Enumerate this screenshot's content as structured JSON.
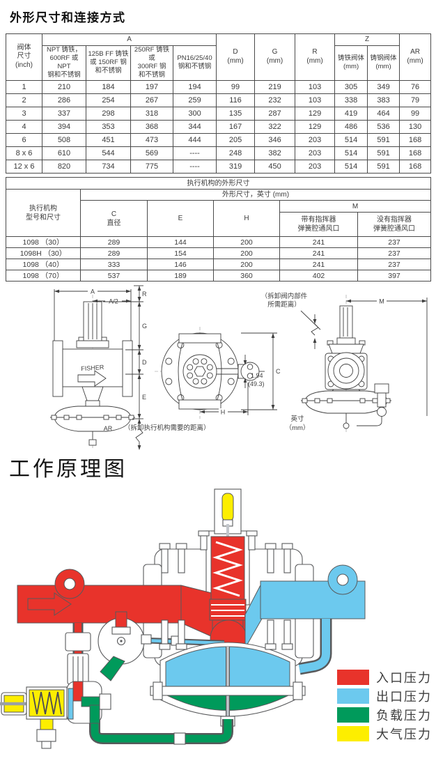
{
  "colors": {
    "inlet": "#e8332b",
    "outlet": "#6cc9ee",
    "load": "#009a5b",
    "atm": "#fdee00",
    "outline": "#58595b",
    "ink": "#3f3f3f"
  },
  "section_dimensions": {
    "title": "外形尺寸和连接方式"
  },
  "table1": {
    "headers": {
      "body_size": "阀体\n尺寸\n(inch)",
      "group_a": "A",
      "a1": "NPT 铸铁，\n600RF 或 NPT\n钢和不锈钢",
      "a2": "125B FF 铸铁\n或 150RF 钢\n和不锈钢",
      "a3": "250RF 铸铁或\n300RF 钢\n和不锈钢",
      "a4": "PN16/25/40\n钢和不锈钢",
      "d": "D\n(mm)",
      "g": "G\n(mm)",
      "r": "R\n(mm)",
      "group_z": "Z",
      "z1": "铸铁阀体\n(mm)",
      "z2": "铸钢阀体\n(mm)",
      "ar": "AR\n(mm)"
    },
    "rows": [
      [
        "1",
        "210",
        "184",
        "197",
        "194",
        "99",
        "219",
        "103",
        "305",
        "349",
        "76"
      ],
      [
        "2",
        "286",
        "254",
        "267",
        "259",
        "116",
        "232",
        "103",
        "338",
        "383",
        "79"
      ],
      [
        "3",
        "337",
        "298",
        "318",
        "300",
        "135",
        "287",
        "129",
        "419",
        "464",
        "99"
      ],
      [
        "4",
        "394",
        "353",
        "368",
        "344",
        "167",
        "322",
        "129",
        "486",
        "536",
        "130"
      ],
      [
        "6",
        "508",
        "451",
        "473",
        "444",
        "205",
        "346",
        "203",
        "514",
        "591",
        "168"
      ],
      [
        "8 x 6",
        "610",
        "544",
        "569",
        "----",
        "248",
        "382",
        "203",
        "514",
        "591",
        "168"
      ],
      [
        "12 x 6",
        "820",
        "734",
        "775",
        "----",
        "319",
        "450",
        "203",
        "514",
        "591",
        "168"
      ]
    ]
  },
  "table2": {
    "title": "执行机构的外形尺寸",
    "actuator_header": "执行机构\n型号和尺寸",
    "subtitle": "外形尺寸，英寸 (mm)",
    "headers": {
      "c": "C\n直径",
      "e": "E",
      "h": "H",
      "m": "M",
      "m_with": "带有指挥器\n弹簧腔通风口",
      "m_without": "没有指挥器\n弹簧腔通风口"
    },
    "rows": [
      [
        "1098 （30）",
        "289",
        "144",
        "200",
        "241",
        "237"
      ],
      [
        "1098H （30）",
        "289",
        "154",
        "200",
        "241",
        "237"
      ],
      [
        "1098 （40）",
        "333",
        "146",
        "200",
        "241",
        "237"
      ],
      [
        "1098 （70）",
        "537",
        "189",
        "360",
        "402",
        "397"
      ]
    ]
  },
  "drawings": {
    "brand": "FISHER",
    "dims": {
      "a": "A",
      "a_half": "A/2",
      "r": "R",
      "g": "G",
      "d": "D",
      "e": "E",
      "ar": "AR",
      "h": "H",
      "c": "C",
      "m": "M"
    },
    "offset_in": "1.94",
    "offset_mm": "(49.3)",
    "note_actuator_removal": "（拆卸执行机构需要的距离）",
    "note_trim_removal_1": "（拆卸阀内部件",
    "note_trim_removal_2": "所需距离）",
    "units_1": "英寸",
    "units_2": "（mm）"
  },
  "principle": {
    "title": "工作原理图",
    "legend": [
      {
        "label": "入口压力",
        "key": "inlet"
      },
      {
        "label": "出口压力",
        "key": "outlet"
      },
      {
        "label": "负载压力",
        "key": "load"
      },
      {
        "label": "大气压力",
        "key": "atm"
      }
    ]
  }
}
